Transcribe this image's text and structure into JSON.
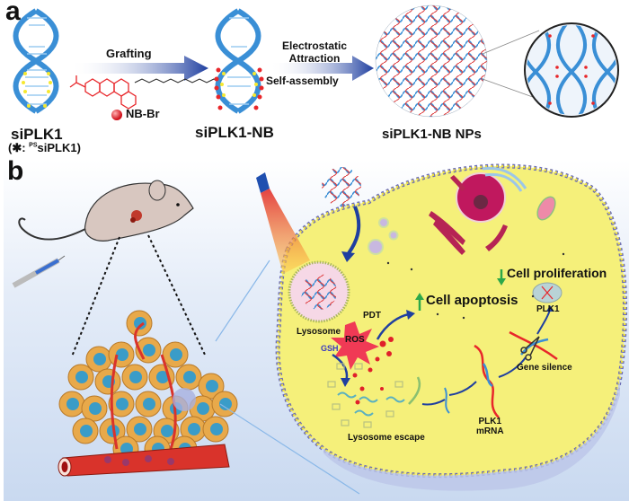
{
  "panel_a": {
    "letter": "a",
    "sipkl1_label": "siPLK1",
    "sipkl1_note_prefix": "(✱: ",
    "sipkl1_note_sup": "PS",
    "sipkl1_note_suffix": "siPLK1)",
    "grafting_label": "Grafting",
    "nb_br_label": "NB-Br",
    "sipkl1_nb_label": "siPLK1-NB",
    "electrostatic_label_1": "Electrostatic",
    "electrostatic_label_2": "Attraction",
    "self_assembly_label": "Self-assembly",
    "nps_label": "siPLK1-NB NPs"
  },
  "panel_b": {
    "letter": "b",
    "lysosome_label": "Lysosome",
    "ros_label": "ROS",
    "gsh_label": "GSH",
    "pdt_label": "PDT",
    "cell_apoptosis_label": "Cell apoptosis",
    "cell_proliferation_label": "Cell proliferation",
    "plk1_protein_label": "PLK1",
    "gene_silence_label": "Gene silence",
    "plk1_mrna_label_1": "PLK1",
    "plk1_mrna_label_2": "mRNA",
    "lysosome_escape_label": "Lysosome escape"
  },
  "colors": {
    "dna_blue": "#3a8fd6",
    "arrow_blue": "#1f3fa0",
    "nb_red": "#e8262a",
    "cell_yellow": "#f5f07a",
    "membrane_yellow": "#f3e43a",
    "membrane_purple": "#6a6cb8",
    "up_green": "#2ca84a",
    "tumor_orange": "#e8a94a",
    "nucleus_blue": "#3a9cc8",
    "vessel_red": "#d9332b",
    "nucleus_magenta": "#c0185e"
  }
}
